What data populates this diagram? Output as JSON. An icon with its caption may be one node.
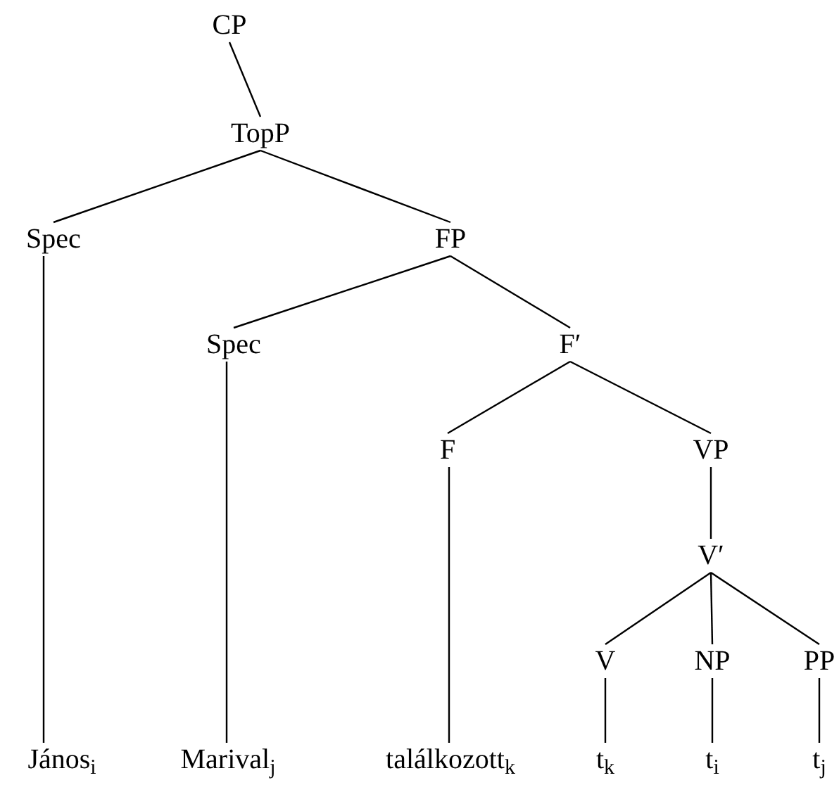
{
  "diagram": {
    "nodes": [
      {
        "text": [
          "CP"
        ]
      },
      {
        "text": [
          "TopP"
        ]
      },
      {
        "text": [
          "Spec"
        ]
      },
      {
        "text": [
          "FP"
        ]
      },
      {
        "text": [
          "Spec"
        ]
      },
      {
        "text": [
          "F′"
        ]
      },
      {
        "text": [
          "F"
        ]
      },
      {
        "text": [
          "VP"
        ]
      },
      {
        "text": [
          "V′"
        ]
      },
      {
        "text": [
          "V"
        ]
      },
      {
        "text": [
          "NP"
        ]
      },
      {
        "text": [
          "PP"
        ]
      },
      {
        "text": [
          "János$_{i}$"
        ]
      },
      {
        "text": [
          "Marival$_{j}$"
        ]
      },
      {
        "text": [
          "találkozott$_{k}$"
        ]
      },
      {
        "text": [
          "t$_{k}$"
        ]
      },
      {
        "text": [
          "t$_{i}$"
        ]
      },
      {
        "text": [
          "t$_{j}$"
        ]
      }
    ],
    "edges": [
      {
        "from": 0,
        "to": 1,
        "arrow": "none"
      },
      {
        "from": 1,
        "to": 2,
        "arrow": "none"
      },
      {
        "from": 1,
        "to": 3,
        "arrow": "none"
      },
      {
        "from": 3,
        "to": 4,
        "arrow": "none"
      },
      {
        "from": 3,
        "to": 5,
        "arrow": "none"
      },
      {
        "from": 5,
        "to": 6,
        "arrow": "none"
      },
      {
        "from": 5,
        "to": 7,
        "arrow": "none"
      },
      {
        "from": 7,
        "to": 8,
        "arrow": "none"
      },
      {
        "from": 8,
        "to": 9,
        "arrow": "none"
      },
      {
        "from": 8,
        "to": 10,
        "arrow": "none"
      },
      {
        "from": 8,
        "to": 11,
        "arrow": "none"
      },
      {
        "from": 2,
        "to": 12,
        "arrow": "none"
      },
      {
        "from": 4,
        "to": 13,
        "arrow": "none"
      },
      {
        "from": 6,
        "to": 14,
        "arrow": "none"
      },
      {
        "from": 9,
        "to": 15,
        "arrow": "none"
      },
      {
        "from": 10,
        "to": 16,
        "arrow": "none"
      },
      {
        "from": 11,
        "to": 17,
        "arrow": "none"
      }
    ]
  }
}
